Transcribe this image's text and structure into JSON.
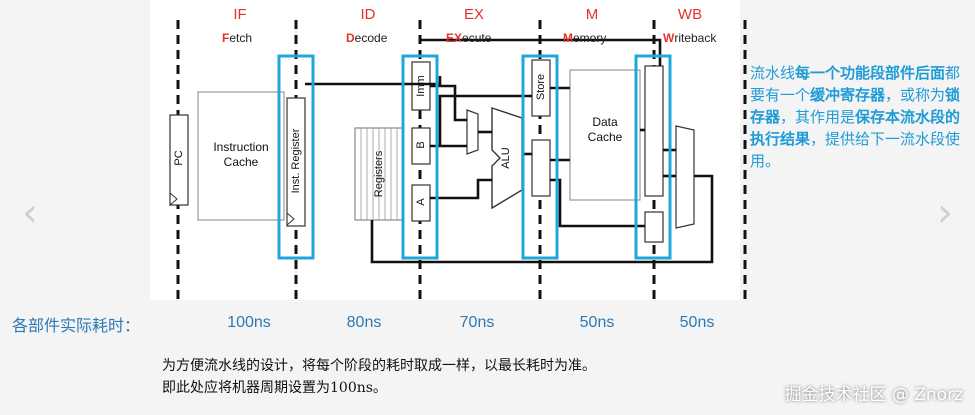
{
  "stages": [
    {
      "letter": "IF",
      "highlight": "F",
      "rest": "etch"
    },
    {
      "letter": "ID",
      "highlight": "D",
      "rest": "ecode"
    },
    {
      "letter": "EX",
      "highlight": "EX",
      "rest": "ecute"
    },
    {
      "letter": "M",
      "highlight": "M",
      "rest": "emory"
    },
    {
      "letter": "WB",
      "highlight": "W",
      "rest": "riteback"
    }
  ],
  "blocks": {
    "pc": "PC",
    "instruction_cache_line1": "Instruction",
    "instruction_cache_line2": "Cache",
    "inst_register": "Inst. Register",
    "registers": "Registers",
    "imm": "Imm",
    "b": "B",
    "a": "A",
    "alu": "ALU",
    "store": "Store",
    "data_cache_line1": "Data",
    "data_cache_line2": "Cache"
  },
  "timing": {
    "label": "各部件实际耗时：",
    "values": [
      "100ns",
      "80ns",
      "70ns",
      "50ns",
      "50ns"
    ]
  },
  "note": {
    "p1": "流水线",
    "b1": "每一个功能段部件后面",
    "p2": "都要有一个",
    "b2": "缓冲寄存器",
    "p3": "，或称为",
    "b3": "锁存器",
    "p4": "，其作用是",
    "b4": "保存本流水段的执行结果",
    "p5": "，提供给下一流水段使用。"
  },
  "bottom": {
    "line1": "为方便流水线的设计，将每个阶段的耗时取成一样，以最长耗时为准。",
    "line2": "即此处应将机器周期设置为100ns。"
  },
  "nav": {
    "prev": "‹",
    "next": "›"
  },
  "watermark": "掘金技术社区 @ Znorz",
  "colors": {
    "stage_red": "#e8312a",
    "highlight_blue": "#1fa7d9",
    "text_blue": "#2a7ab5"
  }
}
